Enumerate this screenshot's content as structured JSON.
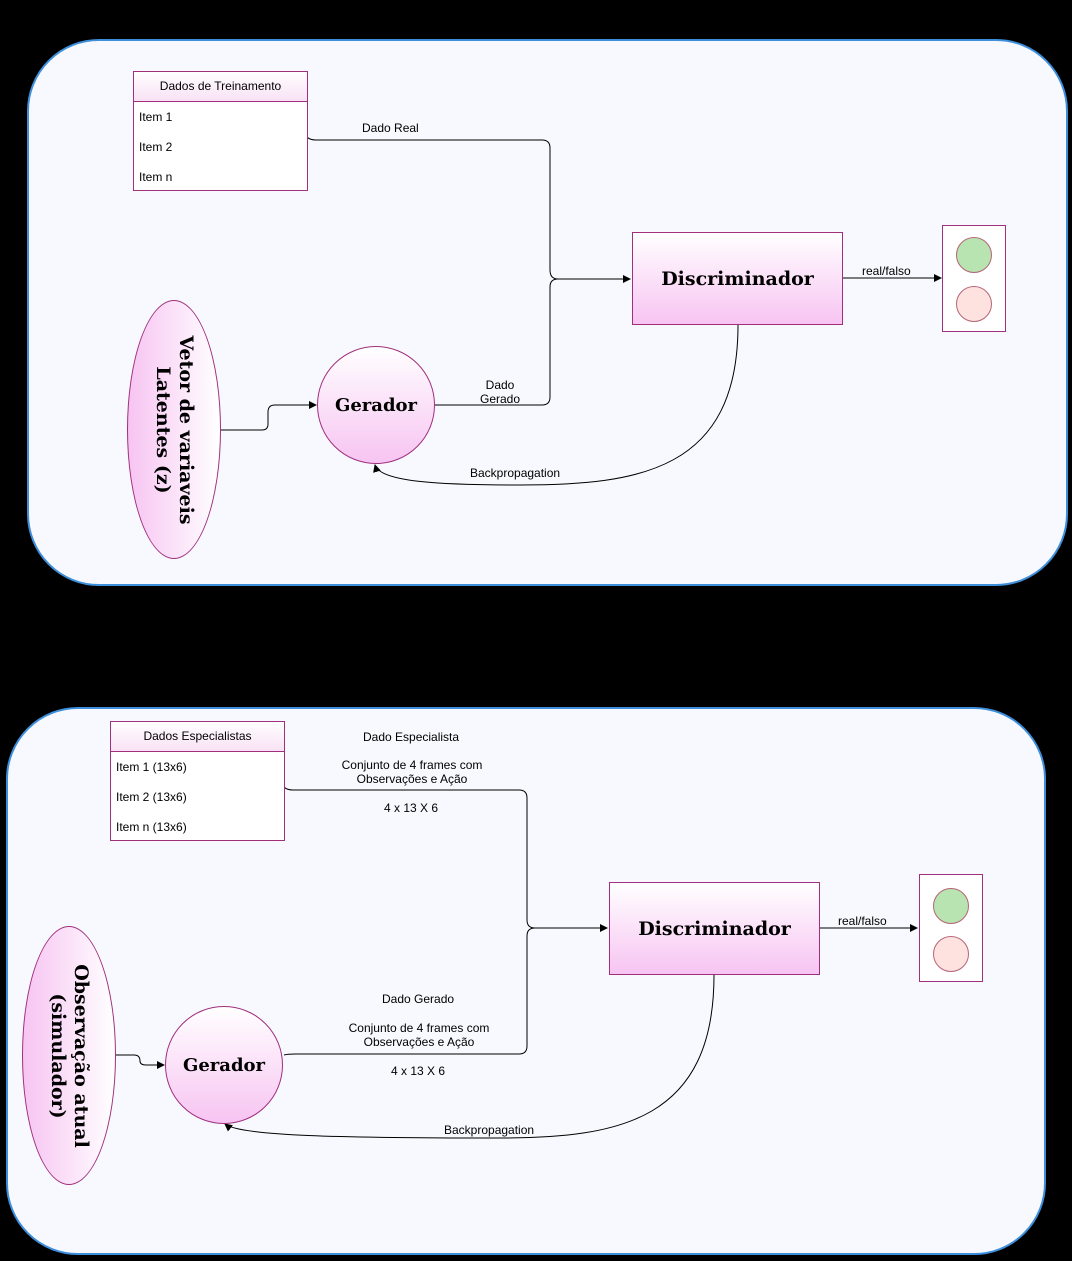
{
  "colors": {
    "panel_border": "#3d8fdc",
    "panel_fill": "#f8f9fe",
    "node_border": "#a0307d",
    "node_fill": "#f7c4f2",
    "light_green": "#b7e4b0",
    "light_red": "#fde2e0"
  },
  "top": {
    "list": {
      "title": "Dados de Treinamento",
      "items": [
        "Item 1",
        "Item 2",
        "Item n"
      ]
    },
    "latent_label": "Vetor de variaveis Latentes (z)",
    "generator_label": "Gerador",
    "discriminator_label": "Discriminador",
    "edge_real": "Dado Real",
    "edge_generated": "Dado Gerado",
    "edge_output": "real/falso",
    "edge_backprop": "Backpropagation"
  },
  "bottom": {
    "list": {
      "title": "Dados Especialistas",
      "items": [
        "Item 1 (13x6)",
        "Item 2 (13x6)",
        "Item n (13x6)"
      ]
    },
    "observation_label": "Observação atual (simulador)",
    "generator_label": "Gerador",
    "discriminator_label": "Discriminador",
    "edge_expert_title": "Dado Especialista",
    "edge_expert_desc": "Conjunto de 4 frames com Observações e Ação",
    "edge_expert_dims": "4 x 13 X 6",
    "edge_generated_title": "Dado Gerado",
    "edge_generated_desc": "Conjunto de 4 frames com Observações e Ação",
    "edge_generated_dims": "4 x 13 X 6",
    "edge_output": "real/falso",
    "edge_backprop": "Backpropagation"
  }
}
